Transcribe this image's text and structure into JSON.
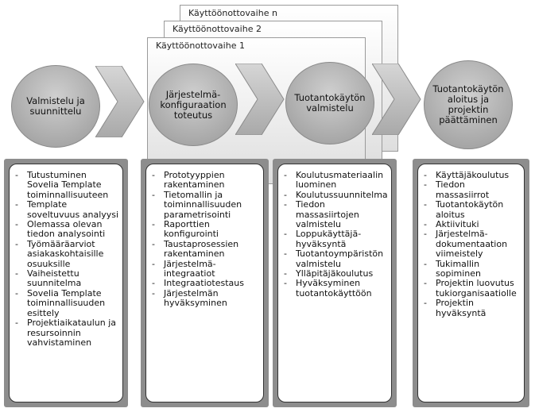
{
  "stacks": [
    {
      "label": "Käyttöönottovaihe n"
    },
    {
      "label": "Käyttöönottovaihe 2"
    },
    {
      "label": "Käyttöönottovaihe 1"
    }
  ],
  "phases": [
    {
      "title": "Valmistelu ja suunnittelu",
      "items": [
        "Tutustuminen Sovelia Template toiminnallisuuteen",
        "Template soveltuvuus analyysi",
        "Olemassa olevan tiedon analysointi",
        "Työmääräarviot asiakaskohtaisille osuuksille",
        "Vaiheistettu suunnitelma",
        "Sovelia Template toiminnallisuuden esittely",
        "Projektiaikataulun ja resursoinnin vahvistaminen"
      ]
    },
    {
      "title": "Järjestelmä-konfiguraation toteutus",
      "items": [
        "Prototyyppien rakentaminen",
        "Tietomallin ja toiminnallisuuden parametrisointi",
        "Raporttien konfigurointi",
        "Taustaprosessien rakentaminen",
        "Järjestelmä-integraatiot",
        "Integraatiotestaus",
        "Järjestelmän hyväksyminen"
      ]
    },
    {
      "title": "Tuotantokäytön valmistelu",
      "items": [
        "Koulutusmateriaalin luominen",
        "Koulutussuunnitelma",
        "Tiedon massasiirtojen valmistelu",
        "Loppukäyttäjä-hyväksyntä",
        "Tuotantoympäristön valmistelu",
        "Ylläpitäjäkoulutus",
        "Hyväksyminen tuotantokäyttöön"
      ]
    },
    {
      "title": "Tuotantokäytön aloitus ja projektin päättäminen",
      "items": [
        "Käyttäjäkoulutus",
        "Tiedon massasiirrot",
        "Tuotantokäytön aloitus",
        "Aktiivituki",
        "Järjestelmä-dokumentaation viimeistely",
        "Tukimallin sopiminen",
        "Projektin luovutus tukiorganisaatiolle",
        "Projektin hyväksyntä"
      ]
    }
  ]
}
